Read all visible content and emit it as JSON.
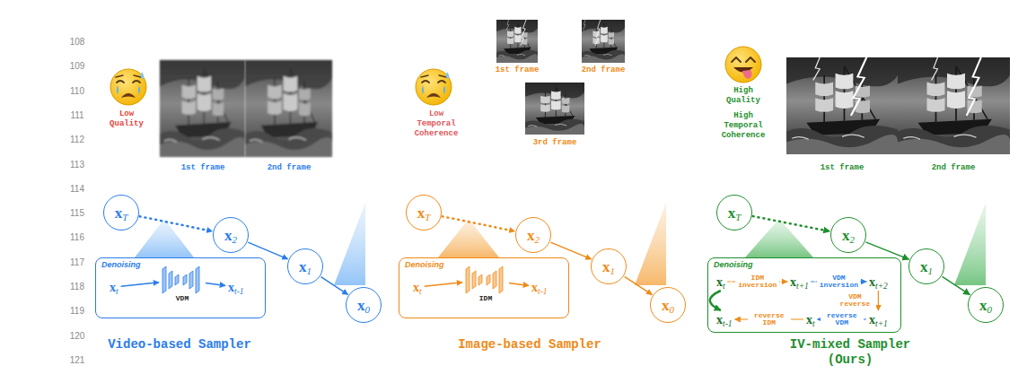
{
  "diagram": {
    "nodes": [
      {
        "text": [
          "xT"
        ]
      },
      {
        "text": [
          "x2"
        ]
      },
      {
        "text": [
          "x1"
        ]
      },
      {
        "text": [
          "x0"
        ]
      },
      {
        "text": [
          "Denoising"
        ]
      },
      {
        "text": [
          "xt"
        ],
        "in": 4
      },
      {
        "text": [
          "VDM"
        ],
        "in": 4
      },
      {
        "text": [
          "xt-1"
        ],
        "in": 4
      },
      {
        "text": [
          "xT"
        ]
      },
      {
        "text": [
          "x2"
        ]
      },
      {
        "text": [
          "x1"
        ]
      },
      {
        "text": [
          "x0"
        ]
      },
      {
        "text": [
          "Denoising"
        ]
      },
      {
        "text": [
          "xt"
        ],
        "in": 12
      },
      {
        "text": [
          "IDM"
        ],
        "in": 12
      },
      {
        "text": [
          "xt-1"
        ],
        "in": 12
      },
      {
        "text": [
          "xT"
        ]
      },
      {
        "text": [
          "x2"
        ]
      },
      {
        "text": [
          "x1"
        ]
      },
      {
        "text": [
          "x0"
        ]
      },
      {
        "text": [
          "Denoising"
        ]
      },
      {
        "text": [
          "xt"
        ],
        "in": 20
      },
      {
        "text": [
          "xt+1"
        ],
        "in": 20
      },
      {
        "text": [
          "xt+2"
        ],
        "in": 20
      },
      {
        "text": [
          "xt+1"
        ],
        "in": 20
      },
      {
        "text": [
          "xt"
        ],
        "in": 20
      },
      {
        "text": [
          "xt-1"
        ],
        "in": 20
      }
    ],
    "edges": [
      {
        "from": 0,
        "to": 1,
        "arrow": "to"
      },
      {
        "from": 1,
        "to": 2,
        "arrow": "to"
      },
      {
        "from": 2,
        "to": 3,
        "arrow": "to"
      },
      {
        "from": 5,
        "to": 6,
        "arrow": "to"
      },
      {
        "from": 6,
        "to": 7,
        "arrow": "to"
      },
      {
        "from": 8,
        "to": 9,
        "arrow": "to"
      },
      {
        "from": 9,
        "to": 10,
        "arrow": "to"
      },
      {
        "from": 10,
        "to": 11,
        "arrow": "to"
      },
      {
        "from": 13,
        "to": 14,
        "arrow": "to"
      },
      {
        "from": 14,
        "to": 15,
        "arrow": "to"
      },
      {
        "from": 16,
        "to": 17,
        "arrow": "to"
      },
      {
        "from": 17,
        "to": 18,
        "arrow": "to"
      },
      {
        "from": 18,
        "to": 19,
        "arrow": "to"
      },
      {
        "from": 21,
        "to": 22,
        "label": "IDM inversion",
        "arrow": "to"
      },
      {
        "from": 22,
        "to": 23,
        "label": "VDM inversion",
        "arrow": "to"
      },
      {
        "from": 23,
        "to": 24,
        "label": "VDM reverse",
        "arrow": "to"
      },
      {
        "from": 24,
        "to": 25,
        "label": "reverse VDM",
        "arrow": "to"
      },
      {
        "from": 25,
        "to": 26,
        "label": "reverse IDM",
        "arrow": "to"
      },
      {
        "from": 21,
        "to": 26,
        "arrow": "to"
      }
    ],
    "labels": [
      "108",
      "109",
      "110",
      "111",
      "112",
      "113",
      "114",
      "115",
      "116",
      "117",
      "118",
      "119",
      "120",
      "121",
      "Low Quality",
      "1st frame",
      "2nd frame",
      "Video-based Sampler",
      "Low Temporal Coherence",
      "1st frame",
      "2nd frame",
      "3rd frame",
      "Image-based Sampler",
      "High Quality",
      "High Temporal Coherence",
      "1st frame",
      "2nd frame",
      "IV-mixed Sampler (Ours)"
    ]
  }
}
